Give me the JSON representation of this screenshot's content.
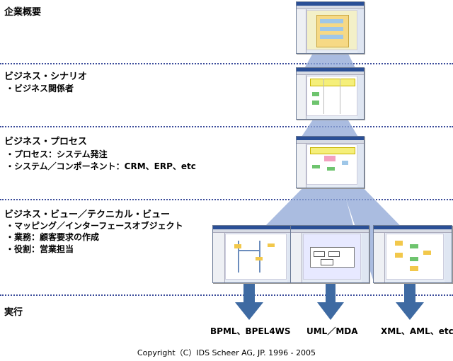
{
  "sections": [
    {
      "title": "企業概要",
      "bullets": []
    },
    {
      "title": "ビジネス・シナリオ",
      "bullets": [
        "・ビジネス関係者"
      ]
    },
    {
      "title": "ビジネス・プロセス",
      "bullets": [
        "・プロセス：システム発注",
        "・システム／コンポーネント：CRM、ERP、etc"
      ]
    },
    {
      "title": "ビジネス・ビュー／テクニカル・ビュー",
      "bullets": [
        "・マッピング／インターフェースオブジェクト",
        "・業務：顧客要求の作成",
        "・役割：営業担当"
      ]
    },
    {
      "title": "実行",
      "bullets": []
    }
  ],
  "outputs": [
    "BPML、BPEL4WS",
    "UML／MDA",
    "XML、AML、etc"
  ],
  "copyright": "Copyright（C）IDS Scheer AG, JP. 1996 - 2005",
  "colors": {
    "divider": "#3a4b9a",
    "arrow": "#3e6aa2",
    "funnel": "#8ea6d6",
    "titlebar": "#2a4f96"
  }
}
